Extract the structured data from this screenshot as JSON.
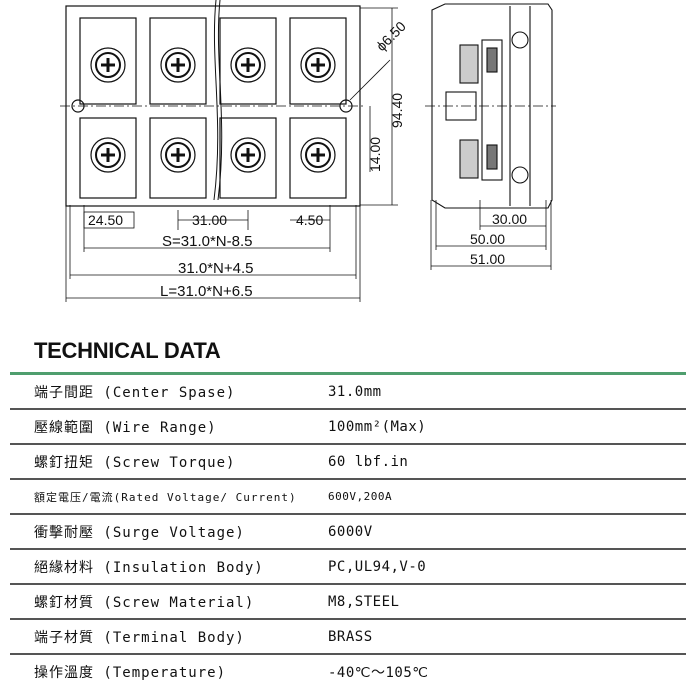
{
  "drawing": {
    "dims": {
      "hole_dia": "ϕ6.50",
      "height": "94.40",
      "row_offset": "14.00",
      "edge": "24.50",
      "pitch": "31.00",
      "end": "4.50",
      "s_formula": "S=31.0*N-8.5",
      "mid_formula": "31.0*N+4.5",
      "l_formula": "L=31.0*N+6.5",
      "side_30": "30.00",
      "side_50": "50.00",
      "side_51": "51.00"
    }
  },
  "section_title": "TECHNICAL DATA",
  "accent_color": "#4f9e6e",
  "rows": [
    {
      "label": "端子間距 (Center Spase)",
      "value": "31.0mm"
    },
    {
      "label": "壓線範圍 (Wire Range)",
      "value": "100mm²(Max)"
    },
    {
      "label": "螺釘扭矩 (Screw Torque)",
      "value": "60 lbf.in"
    },
    {
      "label": "額定電压/電流(Rated Voltage/ Current)",
      "value": "600V,200A"
    },
    {
      "label": "衝擊耐壓 (Surge Voltage)",
      "value": "6000V"
    },
    {
      "label": "絕緣材料 (Insulation Body)",
      "value": "PC,UL94,V-0"
    },
    {
      "label": "螺釘材質 (Screw Material)",
      "value": "M8,STEEL"
    },
    {
      "label": "端子材質 (Terminal Body)",
      "value": "BRASS"
    },
    {
      "label": "操作溫度 (Temperature)",
      "value": "-40℃～105℃"
    }
  ]
}
